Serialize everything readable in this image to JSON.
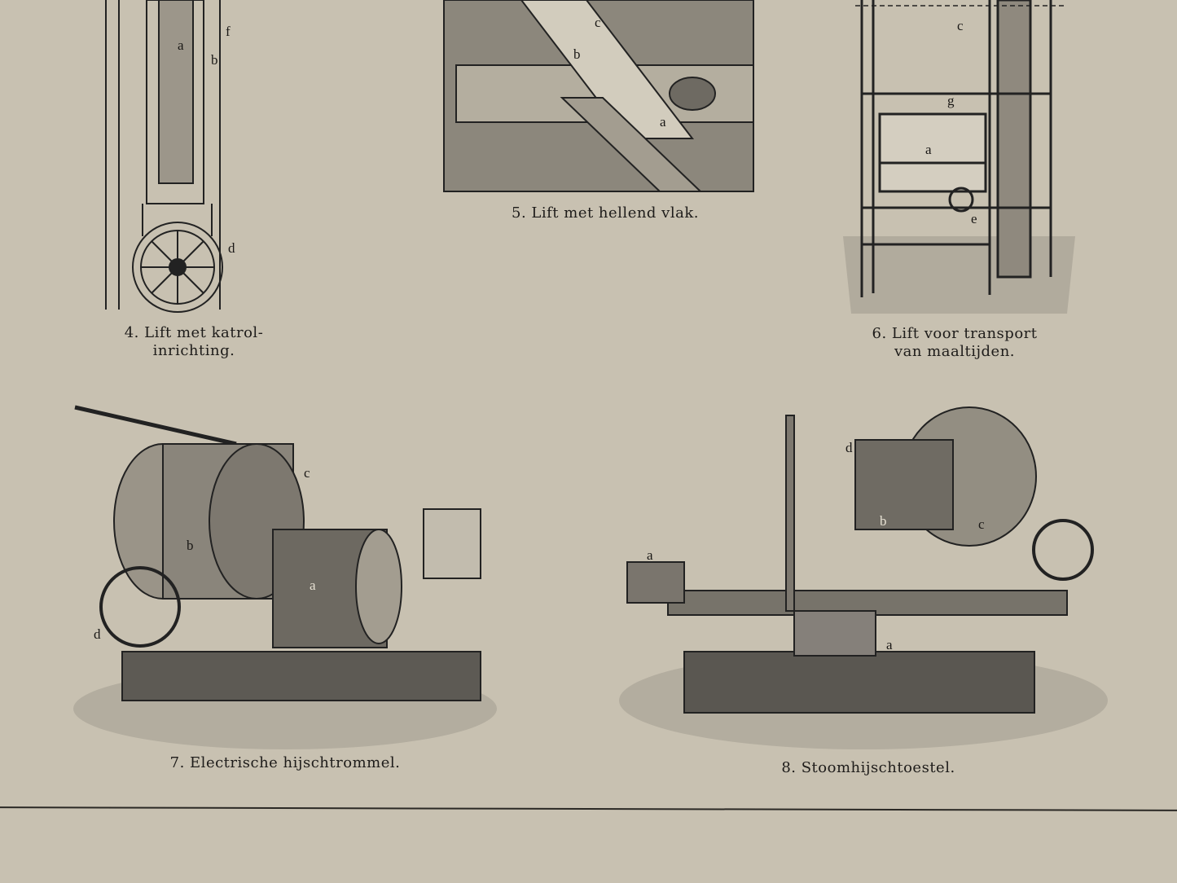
{
  "figures": [
    {
      "caption_line1": "4. Lift met katrol-",
      "caption_line2": "inrichting.",
      "labels": [
        "a",
        "f",
        "b",
        "d"
      ]
    },
    {
      "caption_line1": "5. Lift met hellend vlak.",
      "labels": [
        "c",
        "b",
        "a"
      ]
    },
    {
      "caption_line1": "6. Lift voor transport",
      "caption_line2": "van maaltijden.",
      "labels": [
        "c",
        "g",
        "a",
        "e"
      ]
    },
    {
      "caption_line1": "7. Electrische hijschtrommel.",
      "labels": [
        "c",
        "b",
        "a",
        "d"
      ]
    },
    {
      "caption_line1": "8. Stoomhijschtoestel.",
      "labels": [
        "d",
        "a",
        "b",
        "c",
        "a"
      ]
    }
  ],
  "colors": {
    "paper": "#c8c1b1",
    "ink": "#1e1c1a"
  }
}
